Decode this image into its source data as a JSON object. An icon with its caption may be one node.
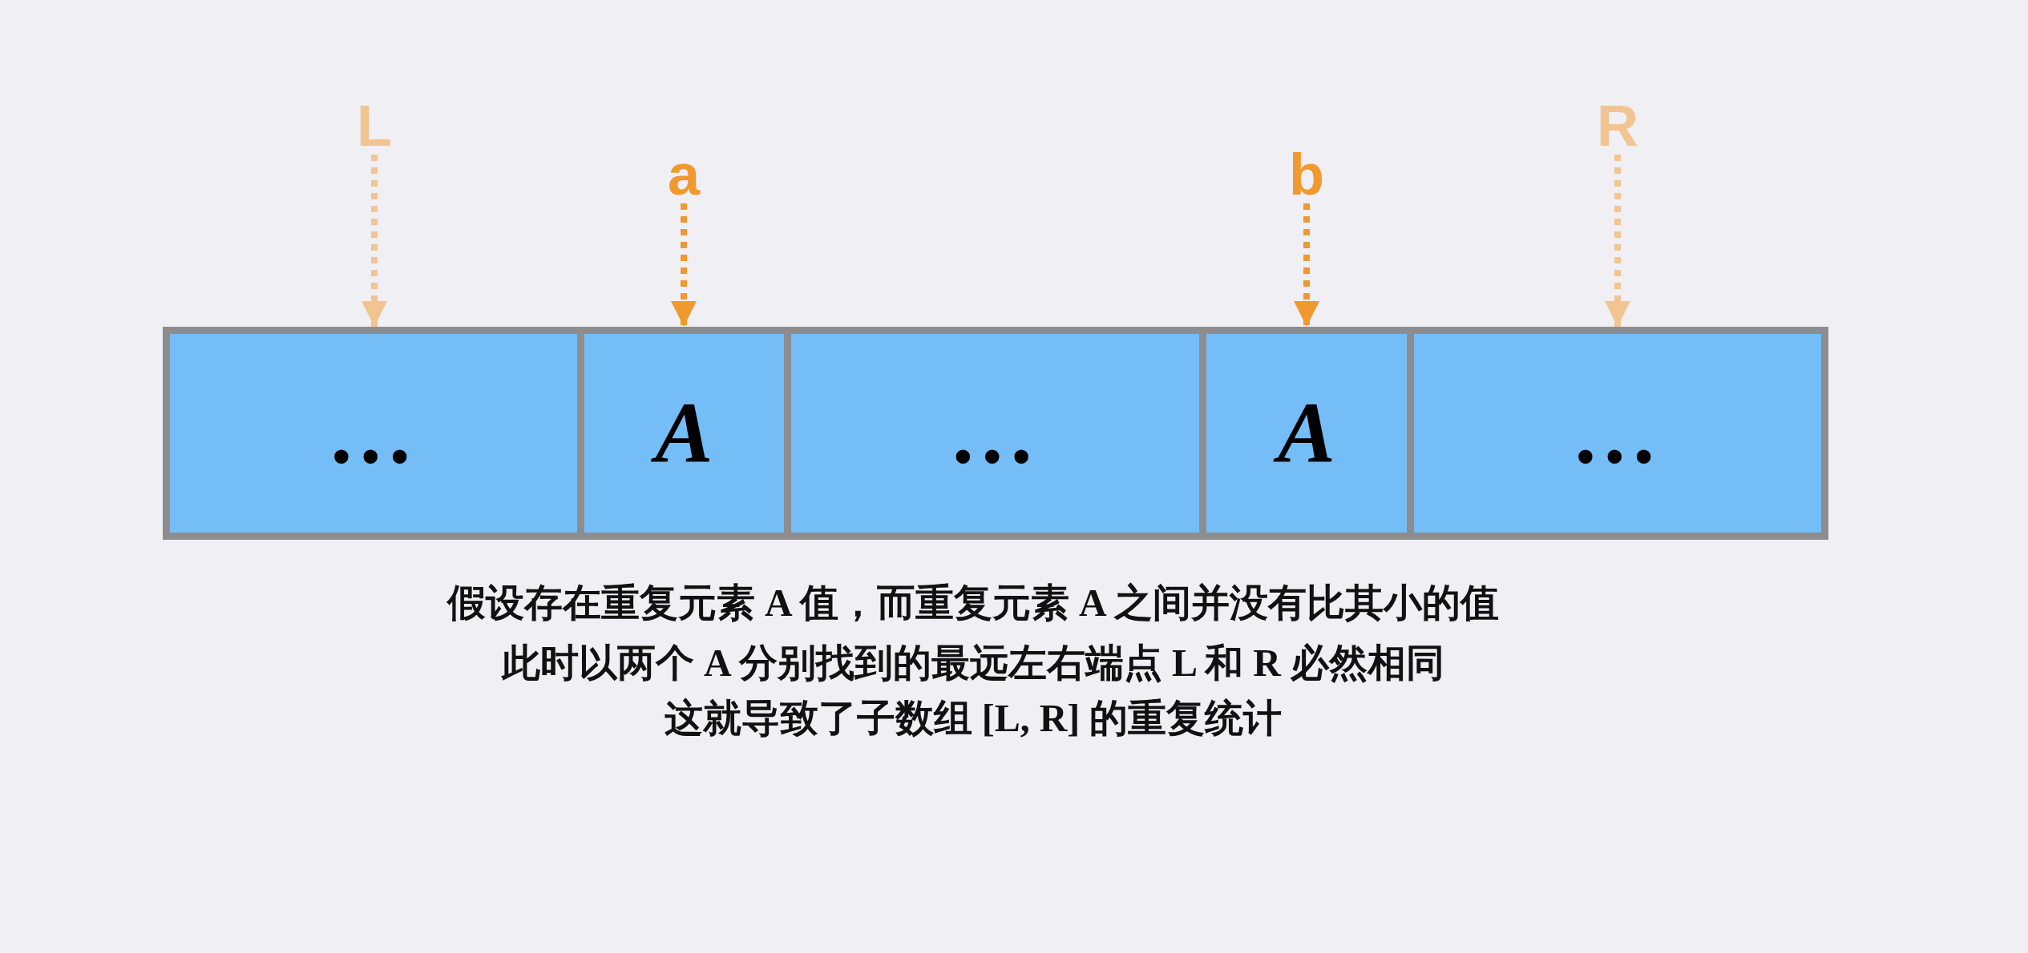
{
  "diagram": {
    "nodes": [
      {
        "text": [
          "L"
        ]
      },
      {
        "text": [
          "a"
        ]
      },
      {
        "text": [
          "b"
        ]
      },
      {
        "text": [
          "R"
        ]
      },
      {
        "text": [
          "…"
        ]
      },
      {
        "text": [
          "A"
        ]
      },
      {
        "text": [
          "…"
        ]
      },
      {
        "text": [
          "A"
        ]
      },
      {
        "text": [
          "…"
        ]
      }
    ],
    "edges": [
      {
        "from": 0,
        "to": 4,
        "arrow": "to",
        "style": "dashed",
        "color": "#f2c491"
      },
      {
        "from": 1,
        "to": 5,
        "arrow": "to",
        "style": "dashed",
        "color": "#f0992f"
      },
      {
        "from": 2,
        "to": 7,
        "arrow": "to",
        "style": "dashed",
        "color": "#f0992f"
      },
      {
        "from": 3,
        "to": 8,
        "arrow": "to",
        "style": "dashed",
        "color": "#f2c491"
      }
    ],
    "labels": [
      "假设存在重复元素 A 值，而重复元素 A 之间并没有比其小的值",
      "此时以两个 A 分别找到的最远左右端点 L 和 R 必然相同",
      "这就导致了子数组 [L, R] 的重复统计"
    ]
  }
}
